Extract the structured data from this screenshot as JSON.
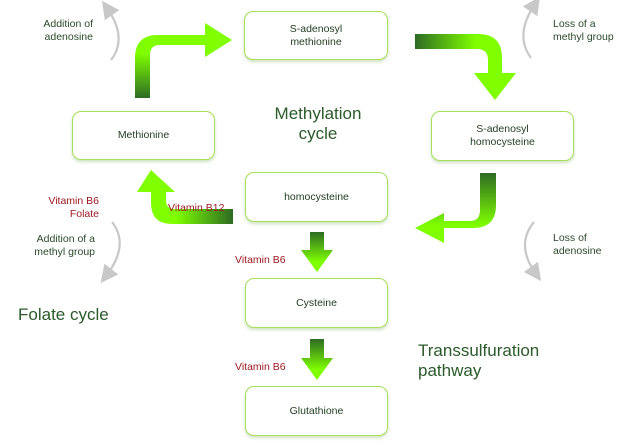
{
  "diagram": {
    "titles": {
      "methylation_cycle": "Methylation\ncycle",
      "folate_cycle": "Folate cycle",
      "transsulfuration": "Transsulfuration\npathway"
    },
    "nodes": {
      "sam": "S-adenosyl\nmethionine",
      "sah": "S-adenosyl\nhomocysteine",
      "methionine": "Methionine",
      "homocysteine": "homocysteine",
      "cysteine": "Cysteine",
      "glutathione": "Glutathione"
    },
    "side_labels": {
      "addition_of_adenosine": "Addition of\nadenosine",
      "loss_of_methyl_group": "Loss of a\nmethyl group",
      "loss_of_adenosine": "Loss of\nadenosine",
      "addition_of_methyl_group": "Addition of a\nmethyl group"
    },
    "cofactors": {
      "b6_folate": "Vitamin B6\nFolate",
      "b12": "Vitamin B12",
      "b6_to_cysteine": "Vitamin B6",
      "b6_to_glutathione": "Vitamin B6"
    },
    "edges": [
      {
        "from": "Methionine",
        "to": "S-adenosyl methionine"
      },
      {
        "from": "S-adenosyl methionine",
        "to": "S-adenosyl homocysteine"
      },
      {
        "from": "S-adenosyl homocysteine",
        "to": "homocysteine"
      },
      {
        "from": "homocysteine",
        "to": "Methionine",
        "cofactor": "Vitamin B12"
      },
      {
        "from": "homocysteine",
        "to": "Cysteine",
        "cofactor": "Vitamin B6"
      },
      {
        "from": "Cysteine",
        "to": "Glutathione",
        "cofactor": "Vitamin B6"
      }
    ],
    "colors": {
      "arrow_light": "#7fff00",
      "arrow_dark": "#2e6b25",
      "node_border": "#a6e05a",
      "cofactor_text": "#9c1a22",
      "title_text": "#2b5a2b",
      "side_arrow": "#c8c8c8"
    }
  }
}
